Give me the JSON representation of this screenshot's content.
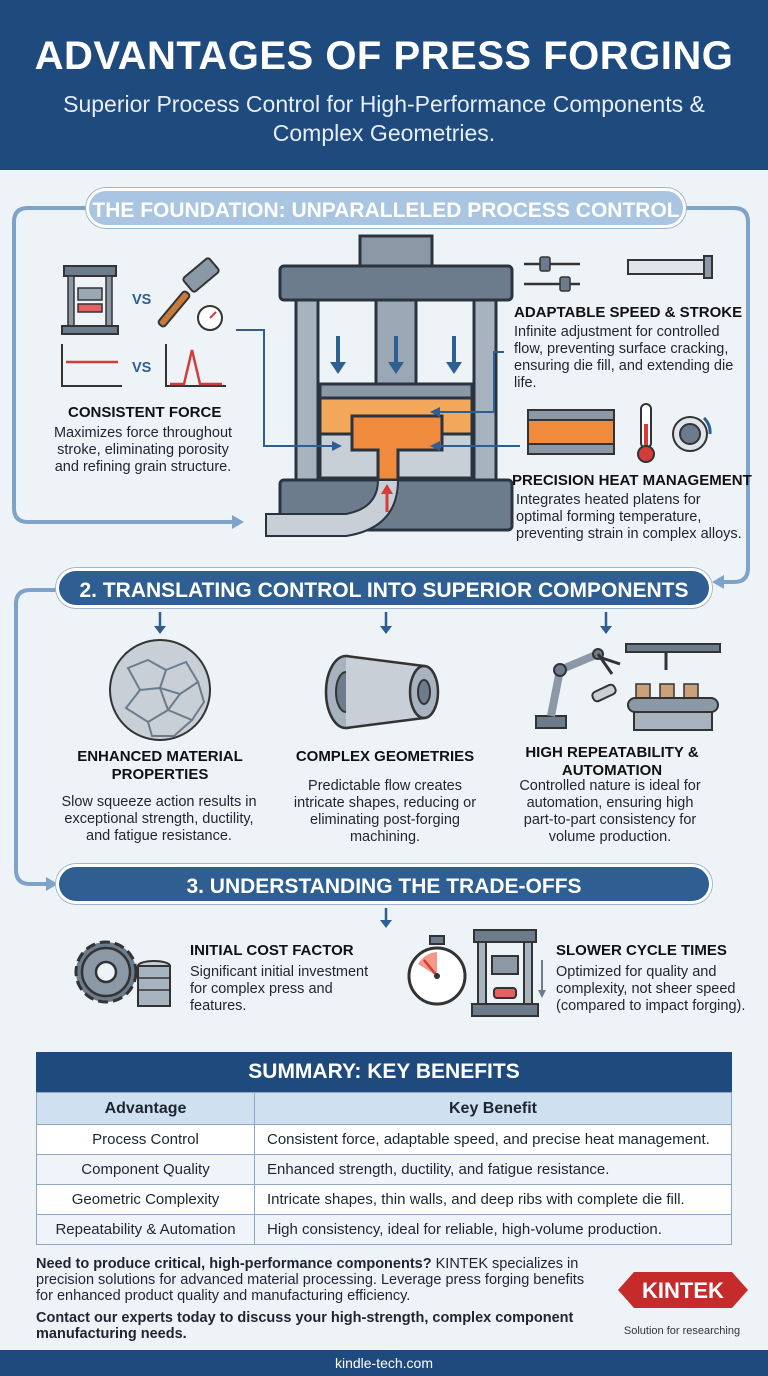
{
  "header": {
    "title": "ADVANTAGES OF PRESS FORGING",
    "subtitle": "Superior Process Control for High-Performance Components & Complex Geometries."
  },
  "section1": {
    "banner": "THE FOUNDATION: UNPARALLELED PROCESS CONTROL",
    "vs1": "VS",
    "vs2": "VS",
    "consistent_force": {
      "title": "CONSISTENT FORCE",
      "text": "Maximizes force throughout stroke, eliminating porosity and refining grain structure."
    },
    "adaptable_speed": {
      "title": "ADAPTABLE SPEED & STROKE",
      "text": "Infinite adjustment for controlled flow, preventing surface cracking, ensuring die fill, and extending die life."
    },
    "heat_management": {
      "title": "PRECISION HEAT MANAGEMENT",
      "text": "Integrates heated platens for optimal forming temperature, preventing strain in complex alloys."
    }
  },
  "section2": {
    "banner": "2. TRANSLATING CONTROL INTO SUPERIOR COMPONENTS",
    "material": {
      "title": "ENHANCED MATERIAL PROPERTIES",
      "text": "Slow squeeze action results in exceptional strength, ductility, and fatigue resistance."
    },
    "geometries": {
      "title": "COMPLEX GEOMETRIES",
      "text": "Predictable flow creates intricate shapes, reducing or eliminating post-forging machining."
    },
    "repeatability": {
      "title": "HIGH REPEATABILITY & AUTOMATION",
      "text": "Controlled nature is ideal for automation, ensuring high part-to-part consistency for volume production."
    }
  },
  "section3": {
    "banner": "3. UNDERSTANDING THE TRADE-OFFS",
    "cost": {
      "title": "INITIAL COST FACTOR",
      "text": "Significant initial investment for complex press and features."
    },
    "cycle": {
      "title": "SLOWER CYCLE TIMES",
      "text": "Optimized for quality and complexity, not sheer speed (compared to impact forging)."
    }
  },
  "summary": {
    "title": "SUMMARY: KEY BENEFITS",
    "columns": [
      "Advantage",
      "Key Benefit"
    ],
    "rows": [
      [
        "Process Control",
        "Consistent force, adaptable speed, and precise heat management."
      ],
      [
        "Component Quality",
        "Enhanced strength, ductility, and fatigue resistance."
      ],
      [
        "Geometric Complexity",
        "Intricate shapes, thin walls, and deep ribs with complete die fill."
      ],
      [
        "Repeatability & Automation",
        "High consistency, ideal for reliable, high-volume production."
      ]
    ]
  },
  "cta": {
    "question": "Need to produce critical, high-performance components?",
    "text": "KINTEK specializes in precision solutions for advanced material processing. Leverage press forging benefits for enhanced product quality and manufacturing efficiency.",
    "contact": "Contact our experts today to discuss your high-strength, complex component manufacturing needs."
  },
  "logo": {
    "name": "KINTEK",
    "tagline": "Solution for researching"
  },
  "footer": {
    "url": "kindle-tech.com"
  },
  "colors": {
    "navy": "#1f4a7e",
    "banner": "#2f5f92",
    "light_blue": "#a9c5e2",
    "heat": "#f08a3c",
    "logo_red": "#c62b2b"
  }
}
